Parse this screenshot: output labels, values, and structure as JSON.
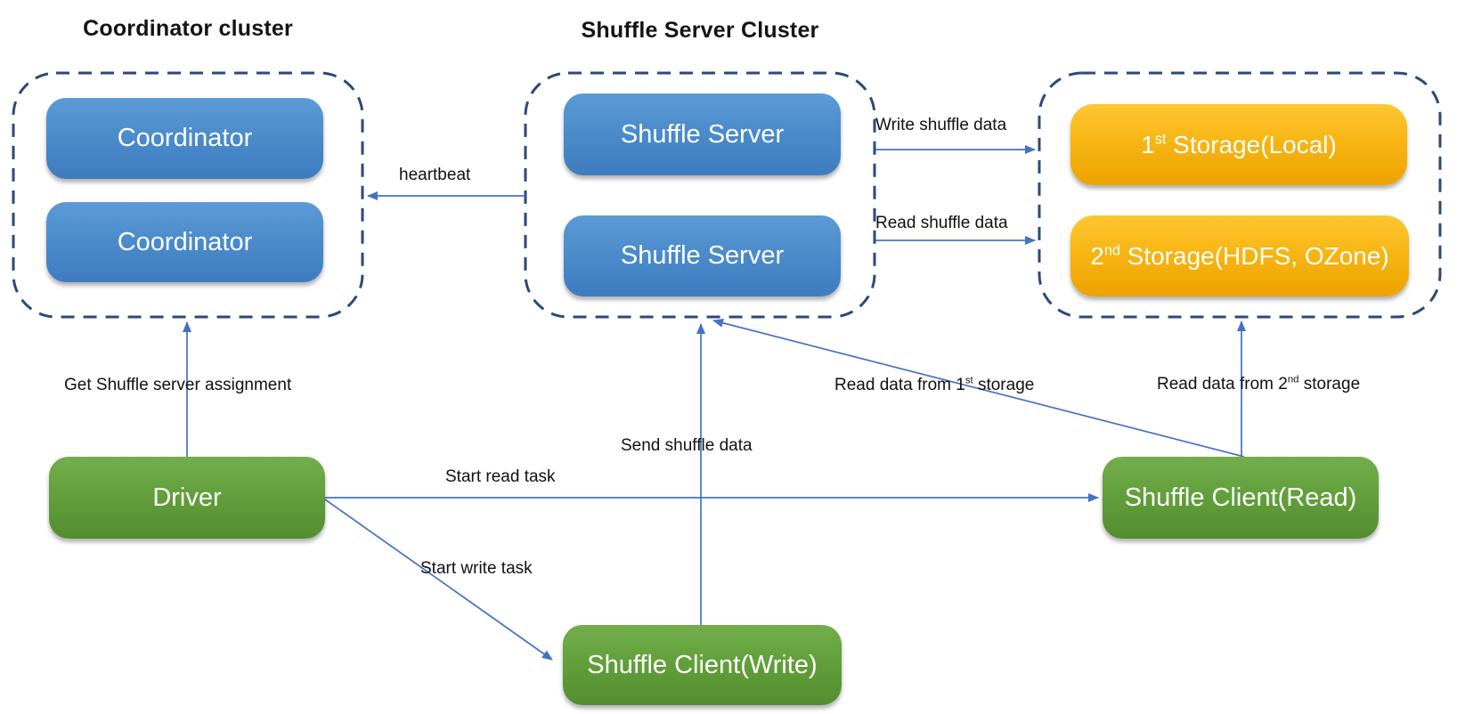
{
  "clusters": {
    "coordinator": {
      "title": "Coordinator cluster",
      "nodes": [
        "Coordinator",
        "Coordinator"
      ]
    },
    "shuffle": {
      "title": "Shuffle Server Cluster",
      "nodes": [
        "Shuffle Server",
        "Shuffle Server"
      ]
    },
    "storage": {
      "nodes": [
        {
          "prefix": "1",
          "sup": "st",
          "suffix": " Storage(Local)"
        },
        {
          "prefix": "2",
          "sup": "nd",
          "suffix": " Storage(HDFS, OZone)"
        }
      ]
    }
  },
  "nodes": {
    "driver": "Driver",
    "client_write": "Shuffle Client(Write)",
    "client_read": "Shuffle Client(Read)"
  },
  "edge_labels": {
    "heartbeat": "heartbeat",
    "get_assignment": "Get Shuffle server assignment",
    "write_shuffle": "Write shuffle data",
    "read_shuffle": "Read shuffle data",
    "start_read": "Start read task",
    "start_write": "Start write task",
    "send_shuffle": "Send shuffle data",
    "read_first": {
      "prefix": "Read data from 1",
      "sup": "st",
      "suffix": " storage"
    },
    "read_second": {
      "prefix": "Read data from 2",
      "sup": "nd",
      "suffix": " storage"
    }
  },
  "colors": {
    "arrow_blue": "#4472c4",
    "dashed_border_navy": "#2a4a7c",
    "node_blue": "#4c8ccb",
    "node_green": "#63a03c",
    "node_orange": "#f7b614",
    "label_text": "#111111"
  }
}
